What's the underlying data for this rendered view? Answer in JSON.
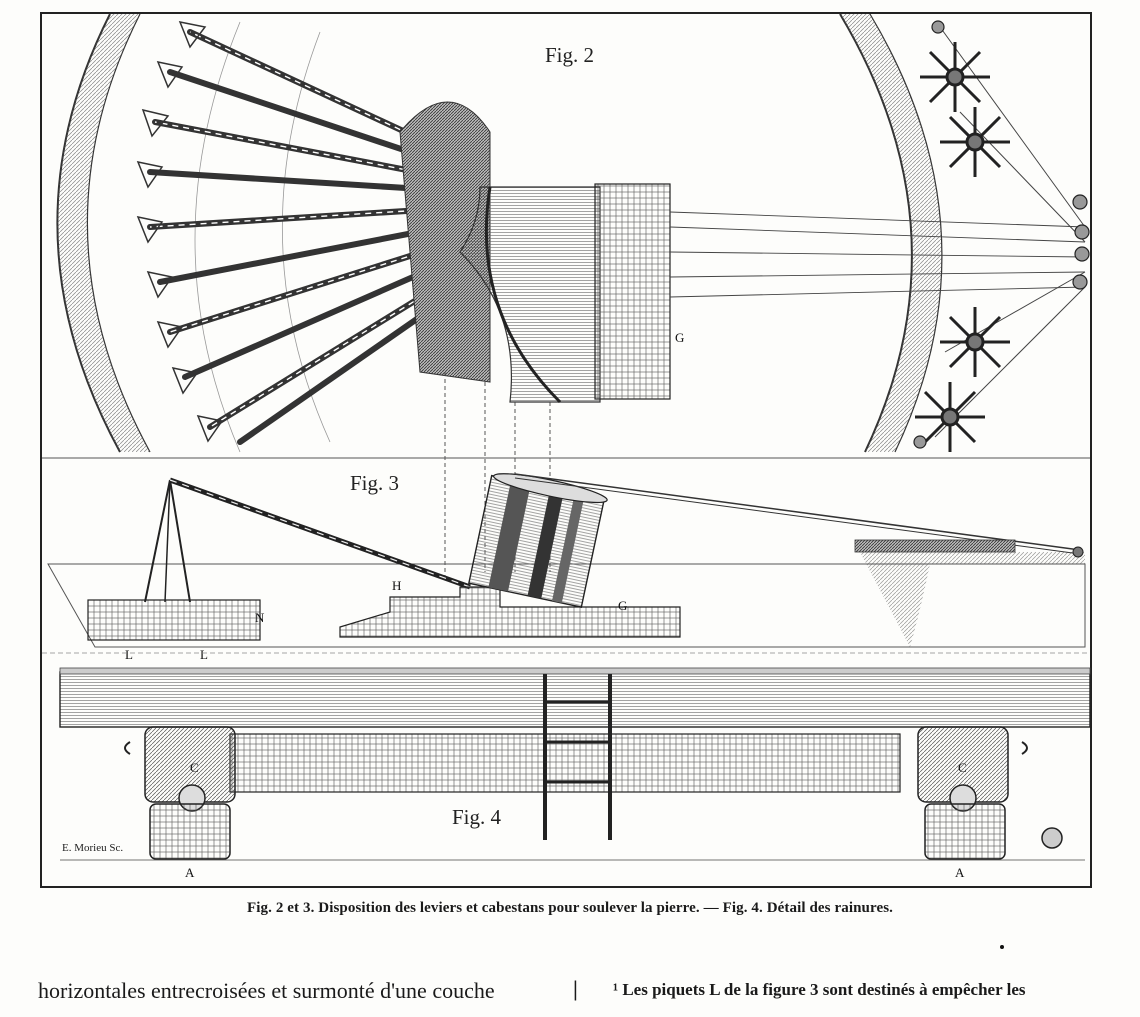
{
  "plate": {
    "fig2_label": "Fig. 2",
    "fig3_label": "Fig. 3",
    "fig4_label": "Fig. 4",
    "letters": {
      "g_fig2": "G",
      "h_fig3": "H",
      "g_fig3": "G",
      "n_fig3": "N",
      "l_left": "L",
      "l_right": "L",
      "c_left": "C",
      "c_right": "C",
      "a_left": "A",
      "a_right": "A"
    },
    "engraver_signature": "E. Morieu Sc."
  },
  "caption": "Fig. 2 et 3. Disposition des leviers et cabestans pour soulever la pierre. — Fig. 4. Détail des rainures.",
  "body": {
    "left_column_text": "horizontales entrecroisées et surmonté d'une couche",
    "column_separator": "|",
    "right_column_text": "¹ Les piquets L de la figure 3 sont destinés à empêcher les"
  }
}
